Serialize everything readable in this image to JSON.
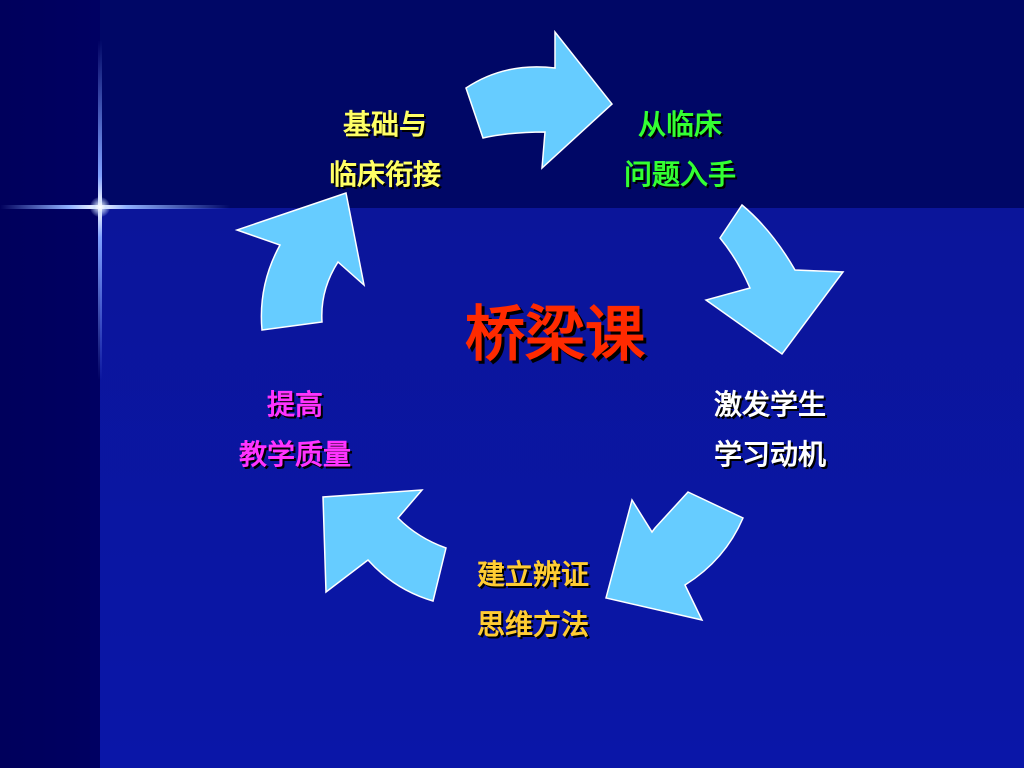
{
  "center_title": "桥梁课",
  "nodes": {
    "foundation": {
      "line1": "基础与",
      "line2": "临床衔接"
    },
    "clinical": {
      "line1": "从临床",
      "line2": "问题入手"
    },
    "motivation": {
      "line1": "激发学生",
      "line2": "学习动机"
    },
    "thinking": {
      "line1": "建立辨证",
      "line2": "思维方法"
    },
    "quality": {
      "line1": "提高",
      "line2": "教学质量"
    }
  },
  "colors": {
    "background": "#00007a",
    "arrow_fill": "#66ccff",
    "title": "#ff2a00",
    "foundation_text": "#ffff66",
    "clinical_text": "#33ff33",
    "motivation_text": "#ffffff",
    "thinking_text": "#ffcc33",
    "quality_text": "#ff33ff"
  },
  "cycle_direction": "clockwise"
}
